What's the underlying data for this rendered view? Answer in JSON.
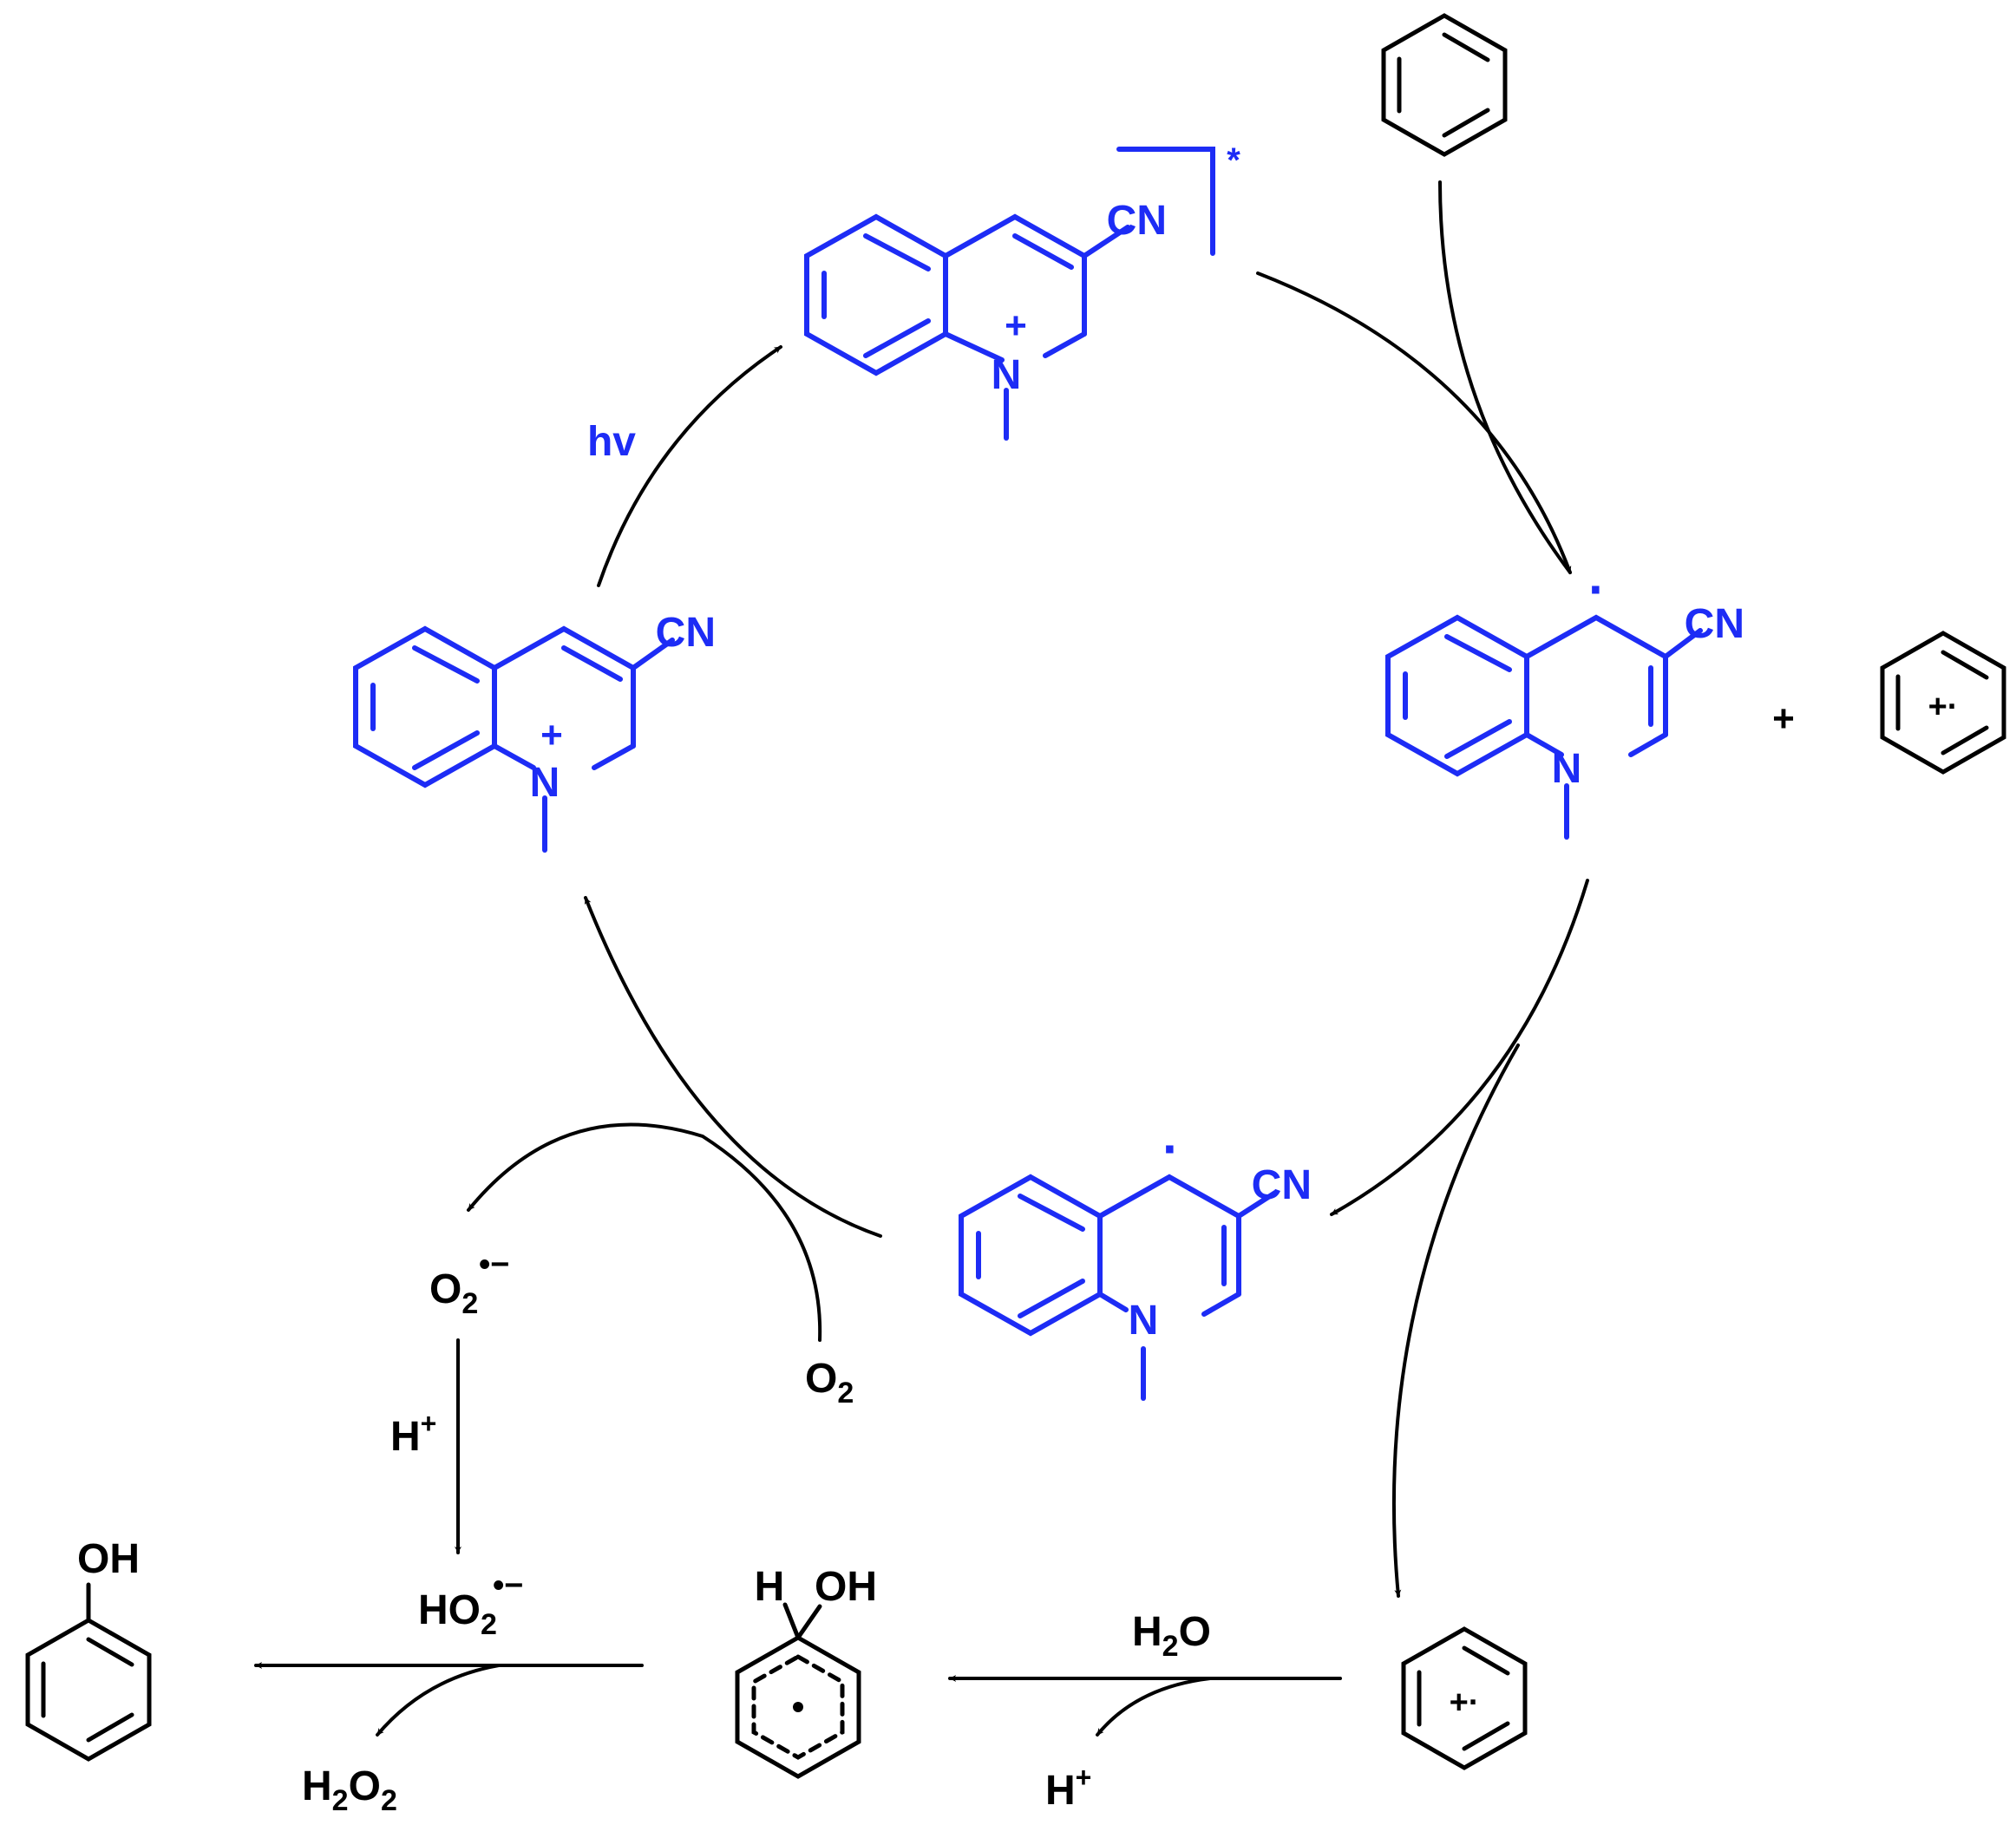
{
  "colors": {
    "catalyst": "#1d2cf5",
    "reagent": "#000000",
    "background": "#ffffff"
  },
  "labels": {
    "cn": "CN",
    "n": "N",
    "plus": "+",
    "dot": "·",
    "star": "*",
    "radical_cation": "+·",
    "hv": "hv",
    "o2": "O",
    "sub2": "2",
    "superoxide_charge": "•−",
    "h_plus_h": "H",
    "h_plus_charge": "+",
    "ho2": "HO",
    "h2o_h": "H",
    "h2o_o": "O",
    "h2o2_h": "H",
    "h2o2_o": "O",
    "oh": "OH",
    "h": "H"
  }
}
